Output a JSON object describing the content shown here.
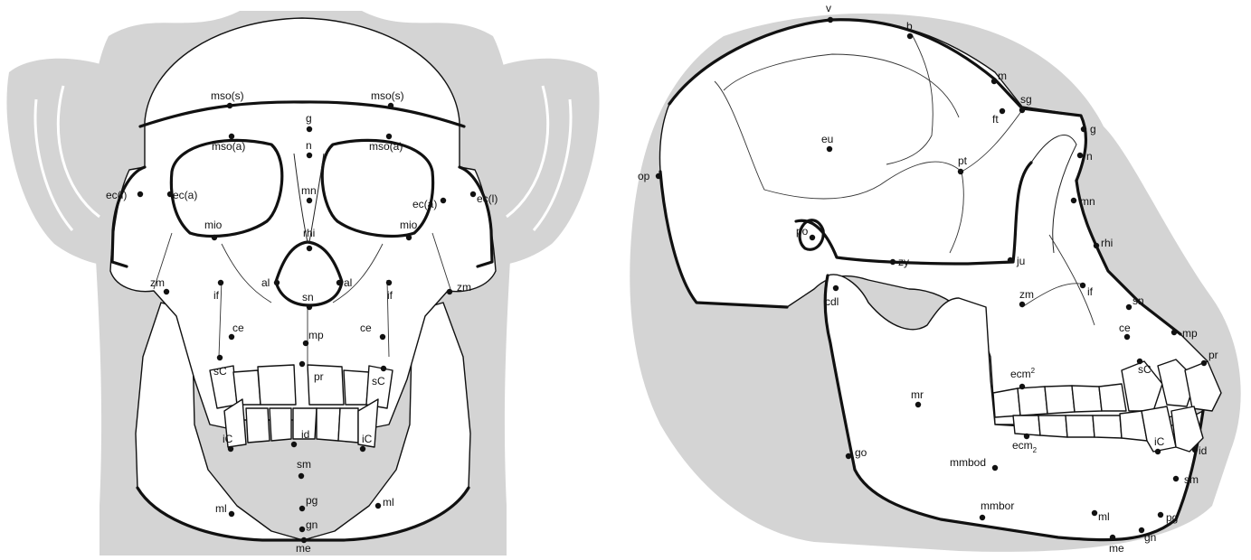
{
  "colors": {
    "silhouette": "#d4d4d4",
    "ink": "#111111",
    "bone": "#ffffff"
  },
  "frontal_view": {
    "labels": {
      "mso_s_l": "mso(s)",
      "mso_s_r": "mso(s)",
      "g": "g",
      "mso_a_l": "mso(a)",
      "n": "n",
      "mso_a_r": "mso(a)",
      "ec_l_l": "ec(l)",
      "ec_a_l": "ec(a)",
      "mn": "mn",
      "ec_a_r": "ec(a)",
      "ec_l_r": "ec(l)",
      "mio_l": "mio",
      "rhi": "rhi",
      "mio_r": "mio",
      "zm_l": "zm",
      "al_l": "al",
      "al_r": "al",
      "zm_r": "zm",
      "if_l": "if",
      "sn": "sn",
      "if_r": "if",
      "ce_l": "ce",
      "mp": "mp",
      "ce_r": "ce",
      "sC_l": "sC",
      "pr": "pr",
      "sC_r": "sC",
      "id": "id",
      "iC_l": "iC",
      "iC_r": "iC",
      "sm": "sm",
      "ml_l": "ml",
      "pg": "pg",
      "ml_r": "ml",
      "gn": "gn",
      "me": "me"
    }
  },
  "lateral_view": {
    "labels": {
      "v": "v",
      "b": "b",
      "m": "m",
      "sg": "sg",
      "ft": "ft",
      "g": "g",
      "n": "n",
      "eu": "eu",
      "pt": "pt",
      "op": "op",
      "mn": "mn",
      "po": "po",
      "zy": "zy",
      "ju": "ju",
      "rhi": "rhi",
      "cdl": "cdl",
      "zm": "zm",
      "if": "if",
      "sn": "sn",
      "ce": "ce",
      "mp": "mp",
      "pr": "pr",
      "sC": "sC",
      "ecm2_upper": "ecm",
      "ecm2_upper_sup": "2",
      "mr": "mr",
      "ecm2_lower": "ecm",
      "ecm2_lower_sub": "2",
      "iC": "iC",
      "id": "id",
      "go": "go",
      "mmbod": "mmbod",
      "sm": "sm",
      "mmbor": "mmbor",
      "ml": "ml",
      "pg": "pg",
      "gn": "gn",
      "me": "me"
    }
  }
}
